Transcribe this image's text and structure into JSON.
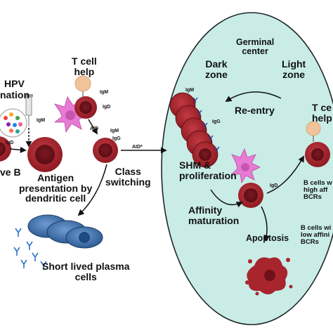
{
  "colors": {
    "germinal_center_fill": "#c9ece6",
    "germinal_center_stroke": "#20262a",
    "b_cell": "#a8252d",
    "b_cell_nucleus": "#6e1018",
    "t_cell": "#f1c39a",
    "dendritic": "#e77bd3",
    "plasma_cell": "#3b6ea8",
    "antibody_blue": "#2f73c8",
    "antibody_dark": "#2b3a8f"
  },
  "labels": {
    "hpv": "HPV",
    "vaccination": "nation",
    "naive_b": "ve B",
    "antigen_presentation": [
      "Antigen",
      "presentation by",
      "dendritic cell"
    ],
    "t_cell_help_left": "T cell\nhelp",
    "class_switching": [
      "Class",
      "switching"
    ],
    "short_lived": [
      "Short lived plasma",
      "cells"
    ],
    "germinal_center": [
      "Germinal",
      "center"
    ],
    "dark_zone": [
      "Dark",
      "zone"
    ],
    "light_zone": [
      "Light",
      "zone"
    ],
    "re_entry": "Re-entry",
    "t_cell_help_right": [
      "T ce",
      "help"
    ],
    "shm": [
      "SHM &",
      "proliferation"
    ],
    "affinity": [
      "Affinity",
      "maturation"
    ],
    "apoptosis": "Apoptosis",
    "high_affinity": [
      "B cells w",
      "high aff",
      "BCRs"
    ],
    "low_affinity": [
      "B cells wi",
      "low affini",
      "BCRs"
    ]
  },
  "antibody_tags": {
    "igd": "IgD",
    "igm": "IgM",
    "igg": "IgG",
    "aid": "AID",
    "aid_star": "AID*"
  }
}
